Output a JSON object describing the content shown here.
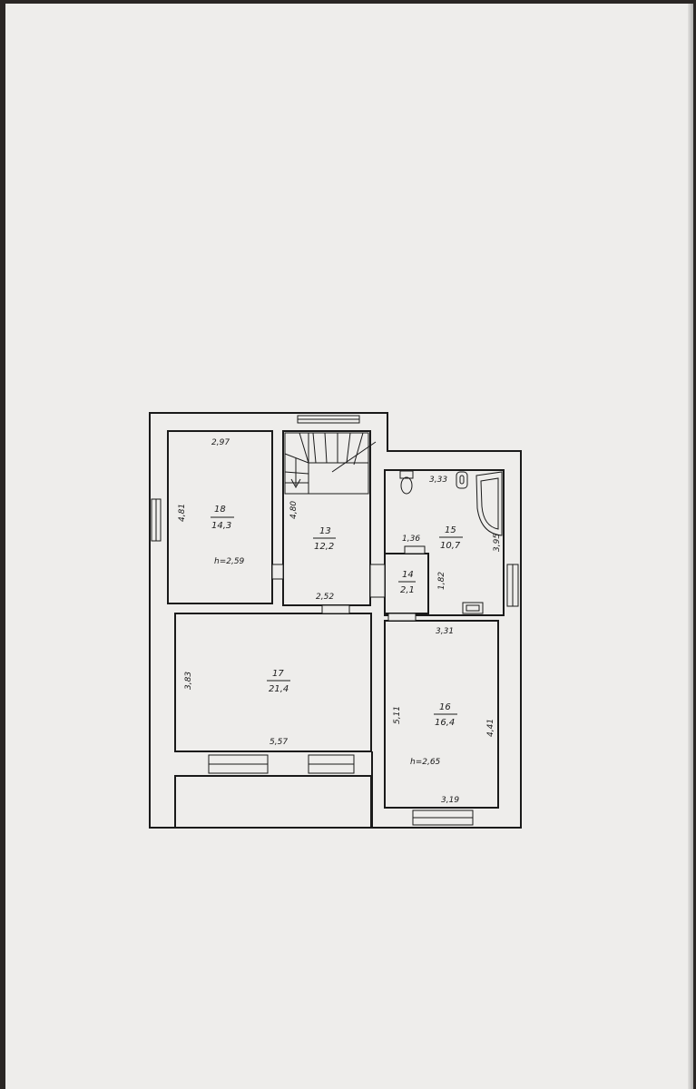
{
  "rooms": [
    {
      "number": "18",
      "area": "14,3",
      "height": "h=2,59",
      "width": "2,97",
      "length": "4,81"
    },
    {
      "number": "13",
      "area": "12,2",
      "width": "2,52",
      "length": "4,80"
    },
    {
      "number": "15",
      "area": "10,7",
      "width": "3,33",
      "length": "3,95",
      "inner": "1,36"
    },
    {
      "number": "14",
      "area": "2,1",
      "length": "1,82"
    },
    {
      "number": "17",
      "area": "21,4",
      "width": "5,57",
      "length": "3,83"
    },
    {
      "number": "16",
      "area": "16,4",
      "height": "h=2,65",
      "width_top": "3,31",
      "width_bottom": "3,19",
      "length_left": "5,11",
      "length_right": "4,41"
    }
  ]
}
